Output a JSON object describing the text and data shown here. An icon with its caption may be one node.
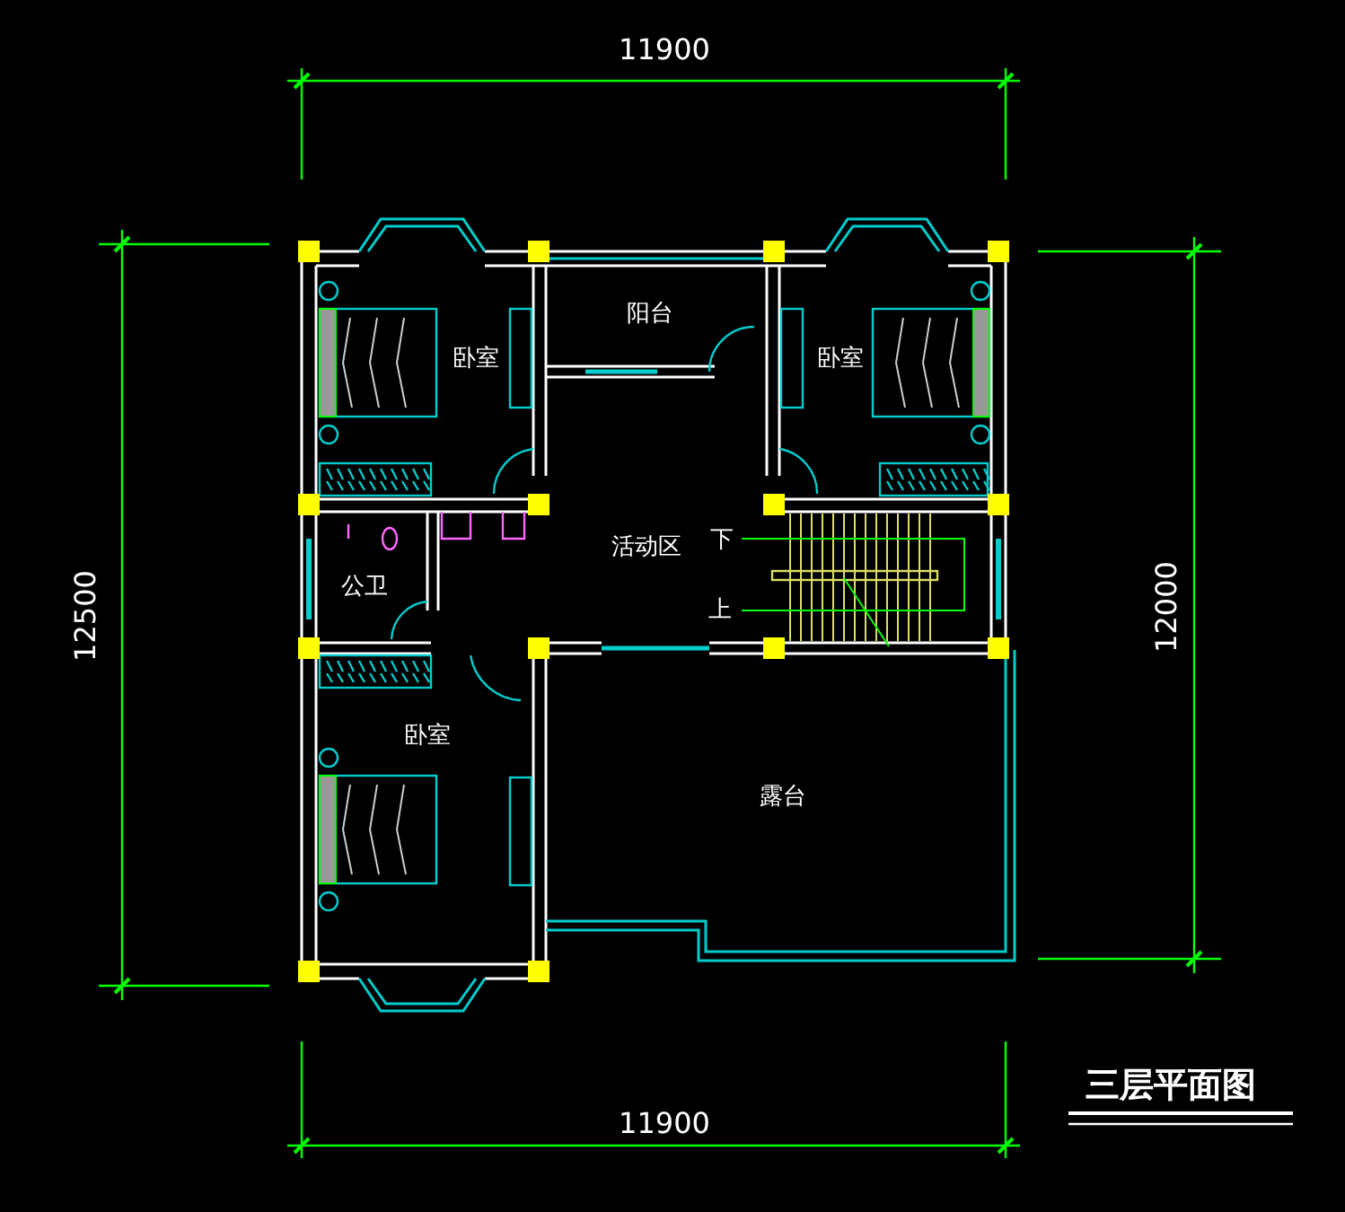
{
  "diagram": {
    "title": "三层平面图",
    "labels": [
      "11900",
      "12500",
      "12000",
      "卧室",
      "阳台",
      "卧室",
      "活动区",
      "下",
      "公卫",
      "上",
      "卧室",
      "露台",
      "11900"
    ]
  }
}
